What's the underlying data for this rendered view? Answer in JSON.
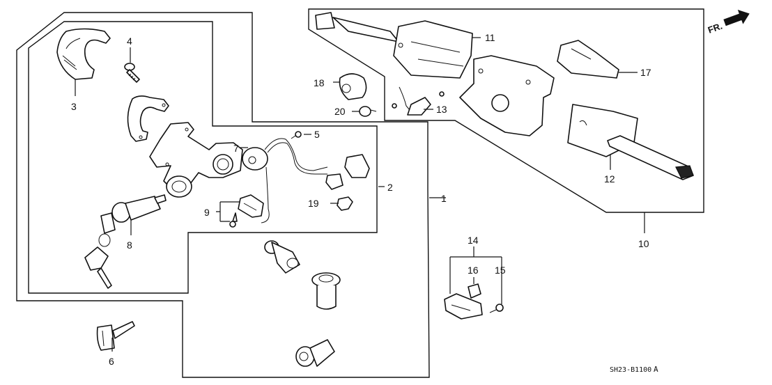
{
  "diagram": {
    "type": "exploded-parts-diagram",
    "subject": "Combination switch / ignition key cylinder assembly",
    "drawing_code": "SH23-B1100",
    "drawing_revision": "A",
    "direction_marker": {
      "label": "FR.",
      "icon": "front-arrow-icon"
    },
    "callouts": [
      {
        "id": "1",
        "label": "1"
      },
      {
        "id": "2",
        "label": "2"
      },
      {
        "id": "3",
        "label": "3"
      },
      {
        "id": "4",
        "label": "4"
      },
      {
        "id": "5",
        "label": "5"
      },
      {
        "id": "6",
        "label": "6"
      },
      {
        "id": "7",
        "label": "7"
      },
      {
        "id": "8",
        "label": "8"
      },
      {
        "id": "9",
        "label": "9"
      },
      {
        "id": "10",
        "label": "10"
      },
      {
        "id": "11",
        "label": "11"
      },
      {
        "id": "12",
        "label": "12"
      },
      {
        "id": "13",
        "label": "13"
      },
      {
        "id": "14",
        "label": "14"
      },
      {
        "id": "15",
        "label": "15"
      },
      {
        "id": "16",
        "label": "16"
      },
      {
        "id": "17",
        "label": "17"
      },
      {
        "id": "18",
        "label": "18"
      },
      {
        "id": "19",
        "label": "19"
      },
      {
        "id": "20",
        "label": "20"
      }
    ]
  }
}
